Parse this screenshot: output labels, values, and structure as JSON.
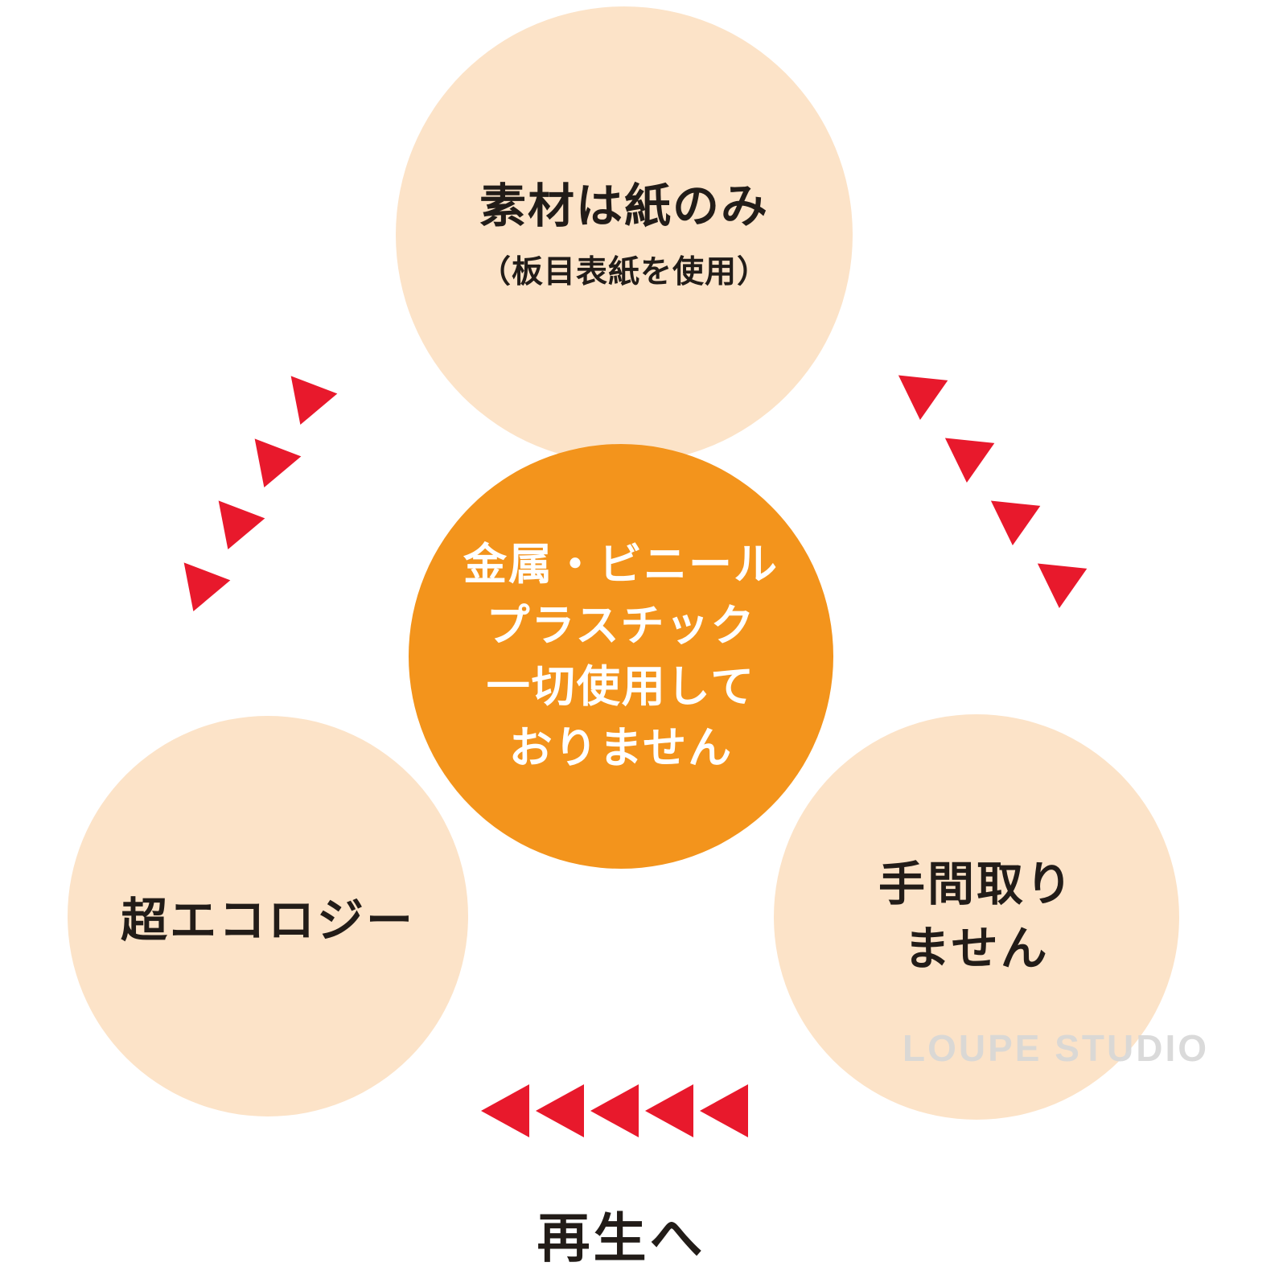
{
  "colors": {
    "red": "#e8192c",
    "peach": "#fce3c8",
    "orange": "#f3941c",
    "ink": "#221c18",
    "watermark": "#d7d7d7"
  },
  "circles": {
    "top": {
      "title": "素材は紙のみ",
      "subtitle": "（板目表紙を使用）"
    },
    "center": {
      "lines": [
        "金属・ビニール",
        "プラスチック",
        "一切使用して",
        "おりません"
      ]
    },
    "left": {
      "title": "超エコロジー"
    },
    "right": {
      "lines": [
        "手間取り",
        "ません"
      ]
    }
  },
  "labels": {
    "bottom": "再生へ",
    "watermark": "LOUPE STUDIO"
  },
  "arrows": {
    "upper_left_count": 4,
    "upper_right_count": 4,
    "bottom_count": 5
  }
}
